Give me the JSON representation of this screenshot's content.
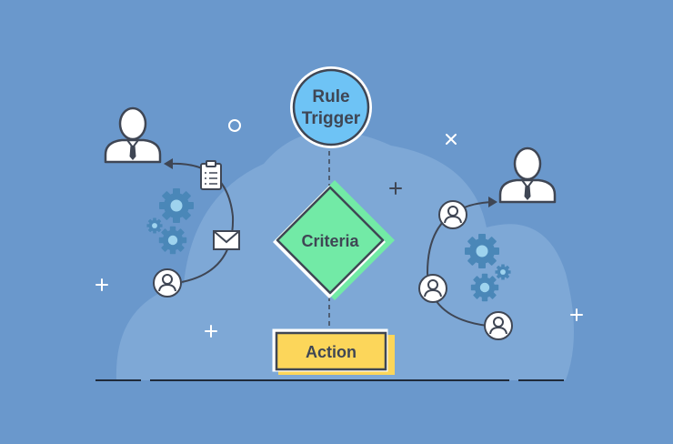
{
  "diagram": {
    "nodes": {
      "trigger": {
        "line1": "Rule",
        "line2": "Trigger"
      },
      "criteria": {
        "label": "Criteria"
      },
      "action": {
        "label": "Action"
      }
    }
  },
  "icons": {
    "user_top_left": "user-icon",
    "user_top_right": "user-icon",
    "clipboard": "clipboard-icon",
    "envelope": "envelope-icon",
    "gears": "gear-icon",
    "person_circle": "person-circle-icon"
  },
  "colors": {
    "background": "#6a98cc",
    "cloud": "#7ea8d6",
    "trigger_fill": "#6ec3f5",
    "criteria_fill": "#72eaa6",
    "action_fill": "#fcd65a",
    "gear_fill": "#4a87b8",
    "outline": "#3f4654"
  }
}
